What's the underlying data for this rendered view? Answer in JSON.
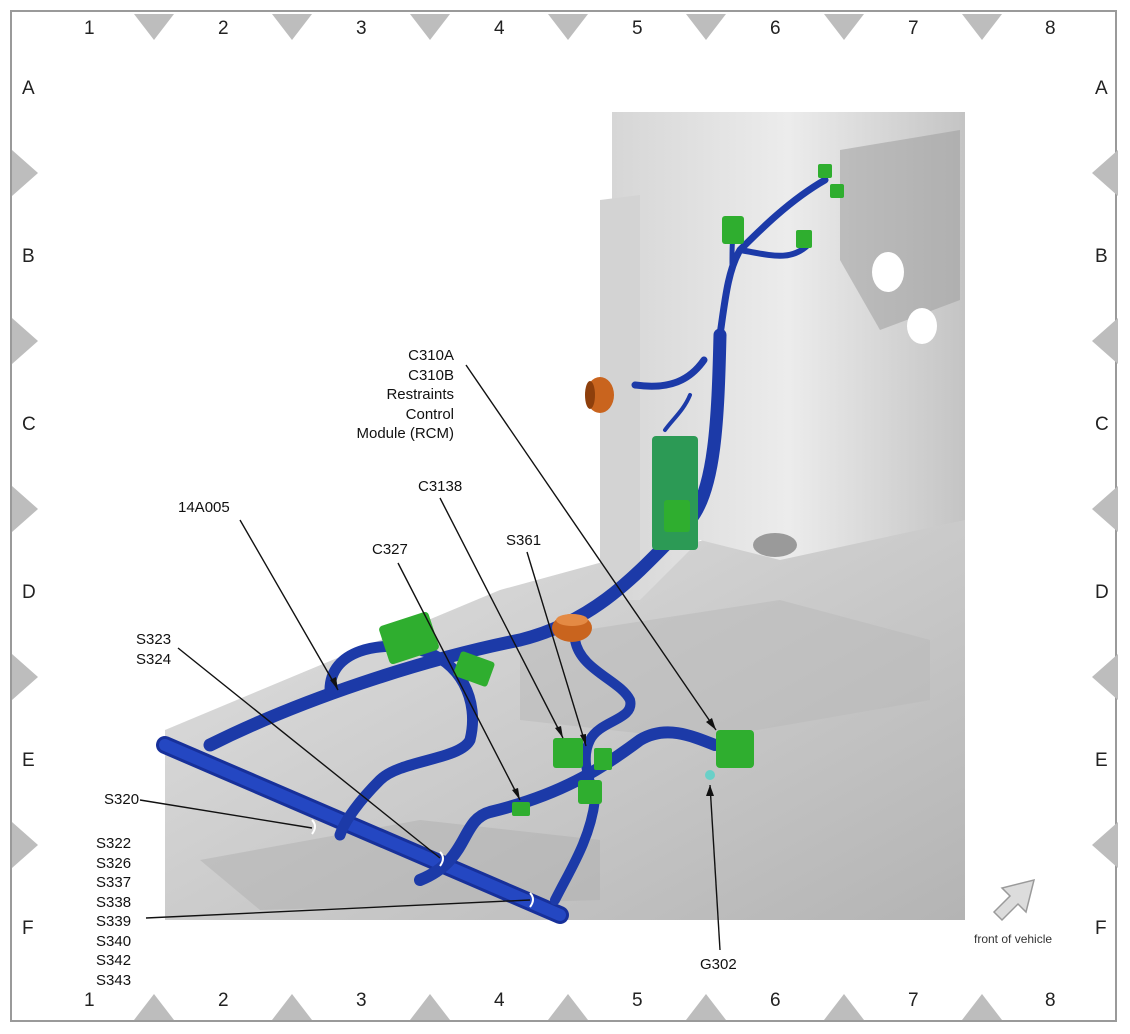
{
  "grid": {
    "columns": [
      "1",
      "2",
      "3",
      "4",
      "5",
      "6",
      "7",
      "8"
    ],
    "rows": [
      "A",
      "B",
      "C",
      "D",
      "E",
      "F"
    ]
  },
  "callouts": {
    "rcm": [
      "C310A",
      "C310B",
      "Restraints",
      "Control",
      "Module (RCM)"
    ],
    "harness": "14A005",
    "c3138": "C3138",
    "c327": "C327",
    "s361": "S361",
    "s323_s324": [
      "S323",
      "S324"
    ],
    "s320": "S320",
    "splice_list": [
      "S322",
      "S326",
      "S337",
      "S338",
      "S339",
      "S340",
      "S342",
      "S343"
    ],
    "g302": "G302"
  },
  "orientation": {
    "label": "front of vehicle",
    "icon": "arrow-icon"
  },
  "colors": {
    "harness": "#1c3aa8",
    "connector": "#2fae2f",
    "grommet": "#c9641e",
    "body": "#c8c8c8",
    "frame_marker": "#bdbdbd"
  }
}
